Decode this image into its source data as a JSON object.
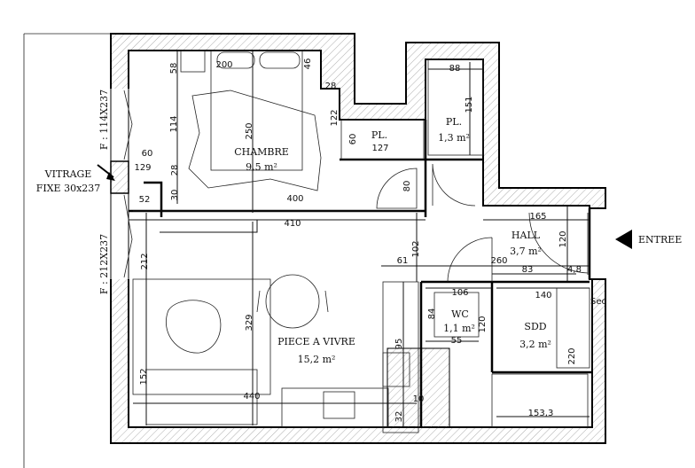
{
  "rooms": {
    "chambre": {
      "name": "CHAMBRE",
      "area": "9,5 m²"
    },
    "placard_small": {
      "name": "PL.",
      "width": "127"
    },
    "placard": {
      "name": "PL.",
      "area": "1,3 m²"
    },
    "hall": {
      "name": "HALL",
      "area": "3,7 m²"
    },
    "wc": {
      "name": "WC",
      "area": "1,1 m²"
    },
    "sdd": {
      "name": "SDD",
      "area": "3,2 m²"
    },
    "piece_a_vivre": {
      "name": "PIECE A VIVRE",
      "area": "15,2 m²"
    }
  },
  "annotations": {
    "vitrage_line1": "VITRAGE",
    "vitrage_line2": "FIXE 30x237",
    "window_top": "F : 114X237",
    "window_bottom": "F : 212X237",
    "entree": "ENTREE",
    "sec": "Sec"
  },
  "dimensions": {
    "d58": "58",
    "d200": "200",
    "d46": "46",
    "d28a": "28",
    "d122": "122",
    "d60a": "60",
    "d88": "88",
    "d151": "151",
    "d114": "114",
    "d250": "250",
    "d60b": "60",
    "d129": "129",
    "d28b": "28",
    "d80": "80",
    "d52": "52",
    "d30": "30",
    "d400": "400",
    "d410": "410",
    "d165": "165",
    "d120a": "120",
    "d212": "212",
    "d102": "102",
    "d61": "61",
    "d260": "260",
    "d83": "83",
    "d48": "4,8",
    "d106": "106",
    "d140": "140",
    "d329": "329",
    "d84": "84",
    "d120b": "120",
    "d55": "55",
    "d95": "95",
    "d220": "220",
    "d152": "152",
    "d440": "440",
    "d10": "10",
    "d1533": "153,3",
    "d32": "32"
  }
}
